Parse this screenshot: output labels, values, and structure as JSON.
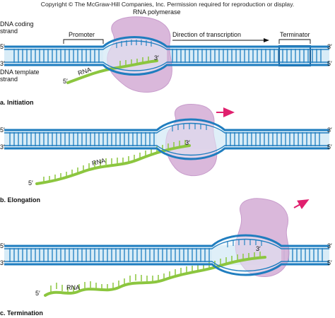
{
  "header": {
    "copyright": "Copyright © The McGraw-Hill Companies, Inc. Permission required for reproduction or display."
  },
  "labels": {
    "rna_polymerase": "RNA polymerase",
    "dna_coding_strand": "DNA coding\nstrand",
    "dna_template_strand": "DNA template\nstrand",
    "promoter": "Promoter",
    "direction": "Direction of transcription",
    "terminator": "Terminator",
    "rna": "RNA",
    "five_prime": "5′",
    "three_prime": "3′"
  },
  "panels": [
    {
      "id": "a",
      "caption": "a. Initiation"
    },
    {
      "id": "b",
      "caption": "b. Elongation"
    },
    {
      "id": "c",
      "caption": "c. Termination"
    }
  ],
  "colors": {
    "dna_strand": "#1f7dbf",
    "dna_fill": "#d8ecf7",
    "rung": "#2a86c4",
    "rna": "#8cc63f",
    "polymerase": "#d7b3d8",
    "polymerase_edge": "#c494c8",
    "arrow": "#e0206e",
    "terminator_fill": "#1f5f95"
  }
}
